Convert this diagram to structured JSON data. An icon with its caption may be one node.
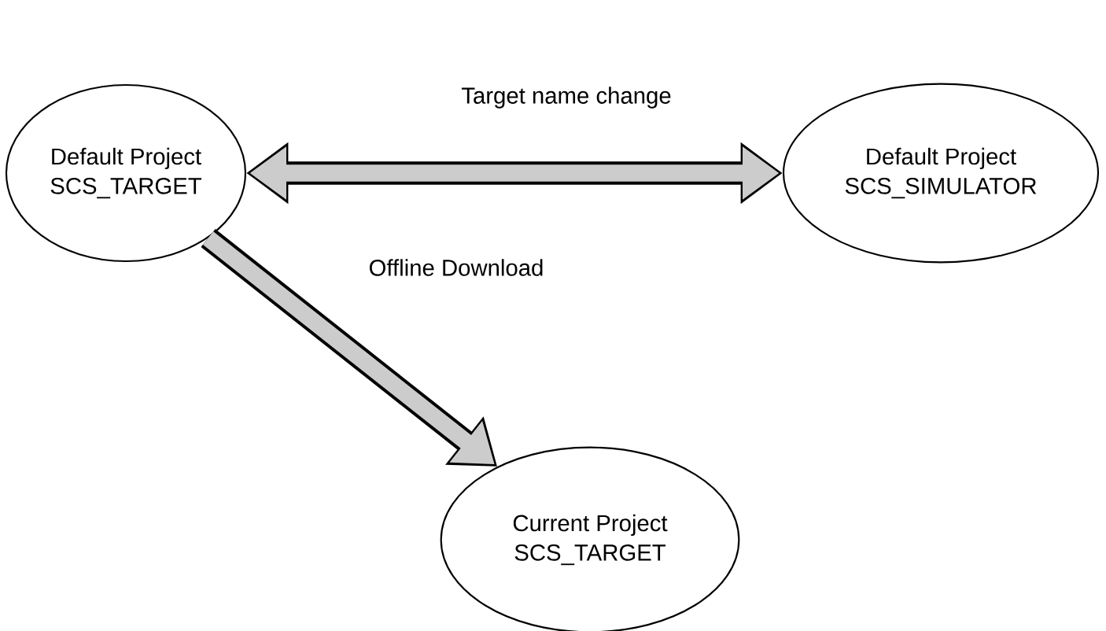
{
  "diagram": {
    "nodes": [
      {
        "text": [
          "Default Project",
          "SCS_TARGET"
        ]
      },
      {
        "text": [
          "Default Project",
          "SCS_SIMULATOR"
        ]
      },
      {
        "text": [
          "Current Project",
          "SCS_TARGET"
        ]
      }
    ],
    "edges": [
      {
        "from": 0,
        "to": 1,
        "arrow": "both",
        "label": "Target name change"
      },
      {
        "from": 0,
        "to": 2,
        "arrow": "to",
        "label": "Offline Download"
      }
    ]
  }
}
